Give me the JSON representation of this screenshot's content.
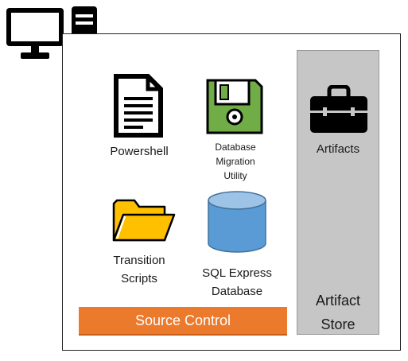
{
  "source_items": [
    {
      "icon": "document-icon",
      "label": "Powershell"
    },
    {
      "icon": "floppy-disk-icon",
      "label": "Database\nMigration\nUtility"
    },
    {
      "icon": "folder-icon",
      "label": "Transition\nScripts"
    },
    {
      "icon": "database-cylinder-icon",
      "label": "SQL Express\nDatabase"
    }
  ],
  "source_control": {
    "label": "Source Control",
    "color": "#ec7a2c"
  },
  "artifact_store": {
    "items": [
      {
        "icon": "briefcase-icon",
        "label": "Artifacts"
      }
    ],
    "label": "Artifact\nStore",
    "color": "#c6c6c6"
  },
  "header_icon": "desktop-computer-icon",
  "colors": {
    "floppy": "#70ad47",
    "folder": "#ffc000",
    "database": "#5b9bd5"
  }
}
